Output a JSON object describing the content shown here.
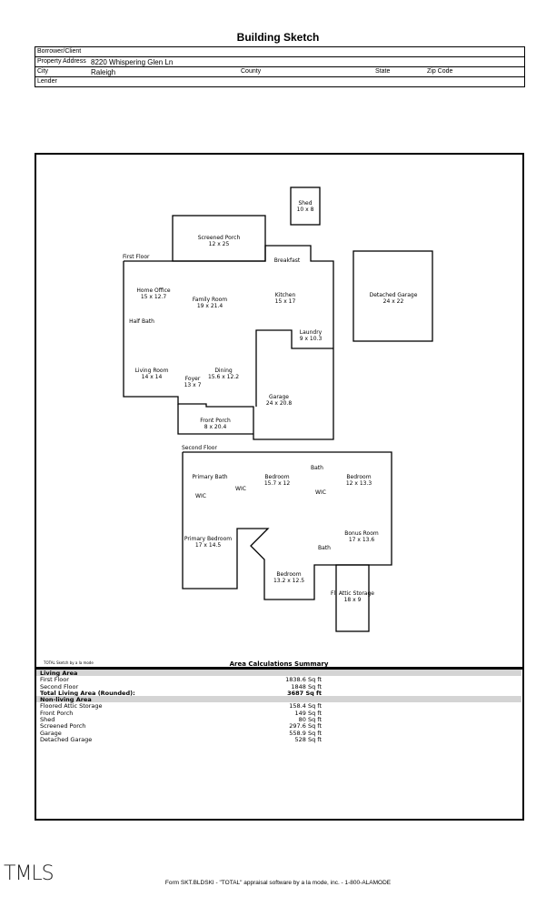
{
  "title": "Building Sketch",
  "header": {
    "borrower_label": "Borrower/Client",
    "borrower_value": "",
    "address_label": "Property Address",
    "address_value": "8220 Whispering Glen Ln",
    "city_label": "City",
    "city_value": "Raleigh",
    "county_label": "County",
    "state_label": "State",
    "zip_label": "Zip Code",
    "lender_label": "Lender"
  },
  "sketch": {
    "first_floor": {
      "label": "First Floor",
      "rooms": [
        {
          "name": "Screened Porch",
          "dims": "12 x 25"
        },
        {
          "name": "Shed",
          "dims": "10 x 8"
        },
        {
          "name": "Breakfast",
          "dims": ""
        },
        {
          "name": "Home Office",
          "dims": "15 x 12.7"
        },
        {
          "name": "Family Room",
          "dims": "19 x 21.4"
        },
        {
          "name": "Kitchen",
          "dims": "15 x 17"
        },
        {
          "name": "Detached Garage",
          "dims": "24 x 22"
        },
        {
          "name": "Half Bath",
          "dims": ""
        },
        {
          "name": "Laundry",
          "dims": "9 x 10.3"
        },
        {
          "name": "Living Room",
          "dims": "14 x 14"
        },
        {
          "name": "Dining",
          "dims": "15.6 x 12.2"
        },
        {
          "name": "Foyer",
          "dims": "13 x 7"
        },
        {
          "name": "Garage",
          "dims": "24 x 20.8"
        },
        {
          "name": "Front Porch",
          "dims": "8 x 20.4"
        }
      ]
    },
    "second_floor": {
      "label": "Second Floor",
      "rooms": [
        {
          "name": "Bath",
          "dims": ""
        },
        {
          "name": "Primary Bath",
          "dims": ""
        },
        {
          "name": "Bedroom",
          "dims": "15.7 x 12"
        },
        {
          "name": "Bedroom",
          "dims": "12 x 13.3"
        },
        {
          "name": "WIC",
          "dims": ""
        },
        {
          "name": "WIC",
          "dims": ""
        },
        {
          "name": "WIC",
          "dims": ""
        },
        {
          "name": "Bonus Room",
          "dims": "17 x 13.6"
        },
        {
          "name": "Primary Bedroom",
          "dims": "17 x 14.5"
        },
        {
          "name": "Bath",
          "dims": ""
        },
        {
          "name": "Bedroom",
          "dims": "13.2 x 12.5"
        },
        {
          "name": "Fl. Attic Storage",
          "dims": "18 x 9"
        }
      ]
    }
  },
  "credit": "TOTAL Sketch by a la mode",
  "summary": {
    "title": "Area Calculations Summary",
    "living_label": "Living Area",
    "living": [
      {
        "label": "First Floor",
        "value": "1838.6 Sq ft"
      },
      {
        "label": "Second Floor",
        "value": "1848 Sq ft"
      }
    ],
    "total_label": "Total Living Area (Rounded):",
    "total_value": "3687 Sq ft",
    "nonliving_label": "Non-living Area",
    "nonliving": [
      {
        "label": "Floored Attic Storage",
        "value": "158.4 Sq ft"
      },
      {
        "label": "Front Porch",
        "value": "149 Sq ft"
      },
      {
        "label": "Shed",
        "value": "80 Sq ft"
      },
      {
        "label": "Screened Porch",
        "value": "297.6 Sq ft"
      },
      {
        "label": "Garage",
        "value": "558.9 Sq ft"
      },
      {
        "label": "Detached Garage",
        "value": "528 Sq ft"
      }
    ]
  },
  "logo": "TMLS",
  "footer": "Form SKT.BLDSKI - \"TOTAL\" appraisal software by a la mode, inc. - 1-800-ALAMODE"
}
